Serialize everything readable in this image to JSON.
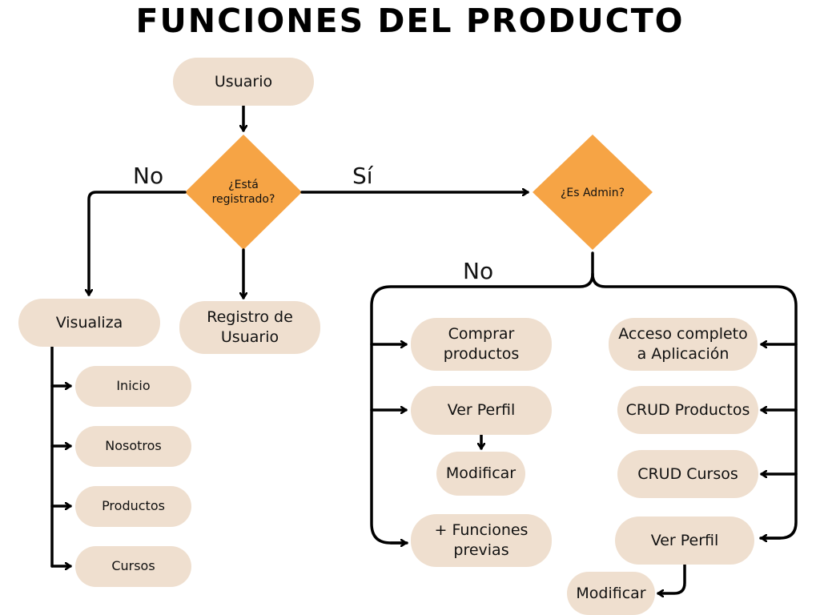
{
  "title": "FUNCIONES DEL PRODUCTO",
  "colors": {
    "node_fill": "#efdfcf",
    "decision_fill": "#f6a445",
    "line": "#000000"
  },
  "nodes": {
    "usuario": "Usuario",
    "visualiza": "Visualiza",
    "registro": "Registro de Usuario",
    "inicio": "Inicio",
    "nosotros": "Nosotros",
    "productos": "Productos",
    "cursos": "Cursos",
    "comprar": "Comprar productos",
    "ver_perfil_user": "Ver Perfil",
    "modificar_user": "Modificar",
    "funciones_previas": "+ Funciones previas",
    "acceso_completo": "Acceso completo a Aplicación",
    "crud_productos": "CRUD Productos",
    "crud_cursos": "CRUD Cursos",
    "ver_perfil_admin": "Ver Perfil",
    "modificar_admin": "Modificar"
  },
  "decisions": {
    "registrado": "¿Está registrado?",
    "admin": "¿Es Admin?"
  },
  "edge_labels": {
    "no_registrado": "No",
    "si_registrado": "Sí",
    "no_admin": "No"
  }
}
